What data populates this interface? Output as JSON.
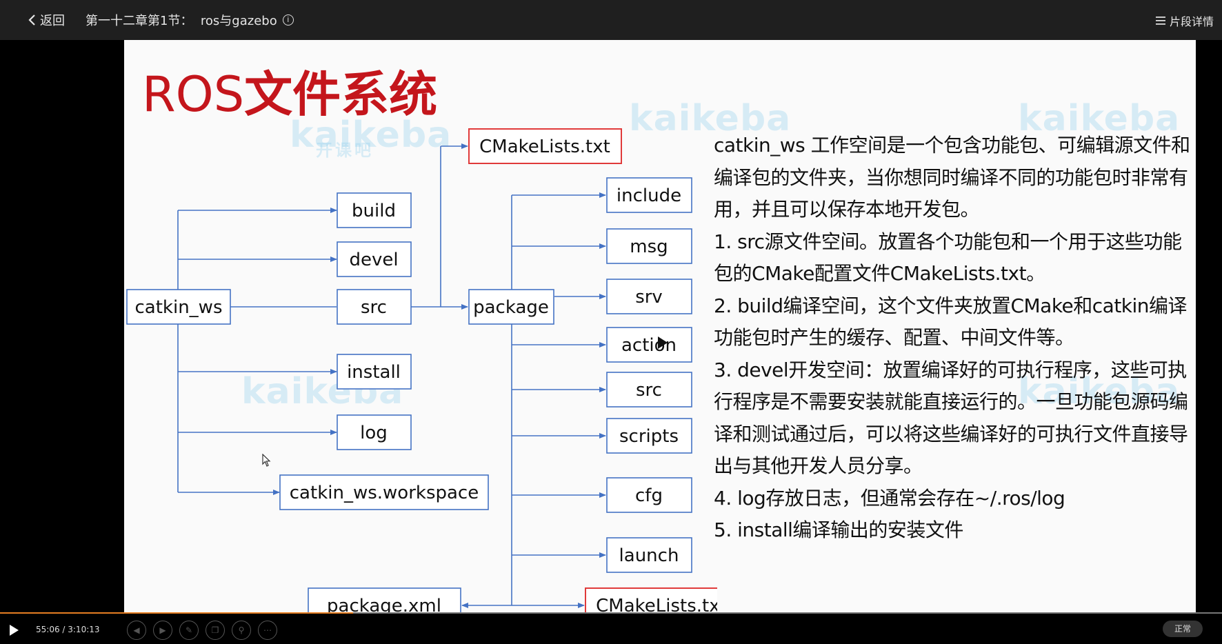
{
  "topbar": {
    "back_label": "返回",
    "lesson_title": "第一十二章第1节：  ros与gazebo",
    "info_icon": "info-icon",
    "detail_label": "片段详情",
    "detail_icon": "list-icon"
  },
  "slide": {
    "title_latin": "ROS",
    "title_cn": "文件系统",
    "watermark_text": "kaikeba",
    "watermark_sub": "开课吧",
    "diagram": {
      "root": "catkin_ws",
      "level1": [
        "build",
        "devel",
        "src",
        "install",
        "log",
        "catkin_ws.workspace"
      ],
      "src_children": [
        "CMakeLists.txt",
        "package"
      ],
      "package_children": [
        "include",
        "msg",
        "srv",
        "action",
        "src",
        "scripts",
        "cfg",
        "launch"
      ],
      "package_bottom": [
        "package.xml",
        "CMakeLists.txt"
      ],
      "highlight_color": "#e03a3a",
      "box_color": "#4472c4"
    },
    "description": [
      "catkin_ws 工作空间是一个包含功能包、可编辑源文件和编译包的文件夹，当你想同时编译不同的功能包时非常有用，并且可以保存本地开发包。",
      "1. src源文件空间。放置各个功能包和一个用于这些功能包的CMake配置文件CMakeLists.txt。",
      "2. build编译空间，这个文件夹放置CMake和catkin编译功能包时产生的缓存、配置、中间文件等。",
      "3. devel开发空间：放置编译好的可执行程序，这些可执行程序是不需要安装就能直接运行的。一旦功能包源码编译和测试通过后，可以将这些编译好的可执行文件直接导出与其他开发人员分享。",
      "4. log存放日志，但通常会存在~/.ros/log",
      "5. install编译输出的安装文件"
    ]
  },
  "player": {
    "time_display": "55:06 / 3:10:13",
    "progress_fraction": 0.289,
    "progress_color": "#e67e22",
    "speed_label": "正常",
    "tool_icons": [
      "prev-icon",
      "next-icon",
      "pen-icon",
      "copy-icon",
      "zoom-icon",
      "more-icon"
    ]
  }
}
